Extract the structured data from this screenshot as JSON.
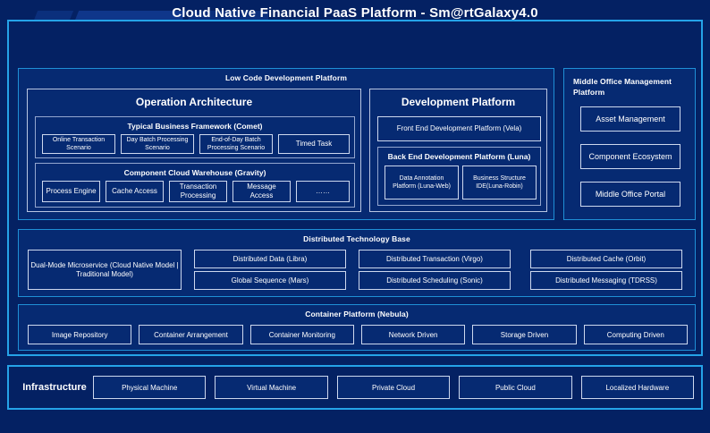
{
  "header": {
    "title": "Cloud Native Financial PaaS Platform - Sm@rtGalaxy4.0"
  },
  "low_code": {
    "title": "Low Code Development Platform",
    "operation_architecture": {
      "title": "Operation Architecture",
      "business_framework": {
        "title": "Typical Business Framework (Comet)",
        "items": [
          "Online Transaction Scenario",
          "Day Batch Processing Scenario",
          "End-of-Day Batch Processing Scenario",
          "Timed Task"
        ]
      },
      "component_warehouse": {
        "title": "Component Cloud Warehouse (Gravity)",
        "items": [
          "Process Engine",
          "Cache Access",
          "Transaction Processing",
          "Message Access",
          "……"
        ]
      }
    },
    "development_platform": {
      "title": "Development Platform",
      "front_end": "Front End Development Platform (Vela)",
      "back_end": {
        "title": "Back End Development Platform (Luna)",
        "items": [
          "Data Annotation Platform (Luna-Web)",
          "Business Structure IDE(Luna-Robin)"
        ]
      }
    }
  },
  "middle_office": {
    "title": "Middle Office Management Platform",
    "items": [
      "Asset Management",
      "Component Ecosystem",
      "Middle Office Portal"
    ]
  },
  "distributed": {
    "title": "Distributed Technology Base",
    "dual_mode": "Dual-Mode Microservice (Cloud Native Model | Traditional Model)",
    "items": [
      "Distributed Data (Libra)",
      "Global Sequence (Mars)",
      "Distributed Transaction (Virgo)",
      "Distributed Scheduling (Sonic)",
      "Distributed Cache (Orbit)",
      "Distributed Messaging (TDRSS)"
    ]
  },
  "container": {
    "title": "Container Platform (Nebula)",
    "items": [
      "Image Repository",
      "Container Arrangement",
      "Container Monitoring",
      "Network Driven",
      "Storage Driven",
      "Computing Driven"
    ]
  },
  "infrastructure": {
    "label": "Infrastructure",
    "items": [
      "Physical Machine",
      "Virtual Machine",
      "Private Cloud",
      "Public Cloud",
      "Localized Hardware"
    ]
  },
  "colors": {
    "background": "#042163",
    "accent_border": "#25a3e8",
    "panel_border": "#1f8fd6",
    "chip_border": "#cdd8ee",
    "text": "#ffffff"
  }
}
